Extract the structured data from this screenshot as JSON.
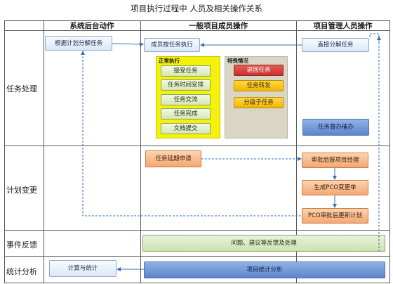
{
  "title": "项目执行过程中 人员及相关操作关系",
  "columns": {
    "system": "系统后台动作",
    "member": "一般项目成员操作",
    "manager": "项目管理人员操作"
  },
  "rows": {
    "task": "任务处理",
    "change": "计划变更",
    "feedback": "事件反馈",
    "stats": "统计分析"
  },
  "boxes": {
    "split_by_plan": "根据计划分解任务",
    "member_exec": "成员按任务执行",
    "direct_split": "直接分解任务",
    "normal_exec": "正常执行",
    "accept_task": "接受任务",
    "schedule_time": "任务时间安排",
    "task_comm": "任务交流",
    "task_done": "任务完成",
    "doc_submit": "文档提交",
    "special": "特殊情况",
    "return_task": "退回任务",
    "forward_task": "任务转发",
    "sub_task": "分级子任务",
    "supervise": "任务督办催办",
    "delay_apply": "任务延期申请",
    "approve_pm": "审批后报项目经理",
    "gen_pco": "生成PCO变更单",
    "pco_update": "PCO审批后更新计划",
    "feedback_box": "问题、建议等反馈及处理",
    "calc_stats": "计算与统计",
    "project_stats": "项目统计分析"
  }
}
